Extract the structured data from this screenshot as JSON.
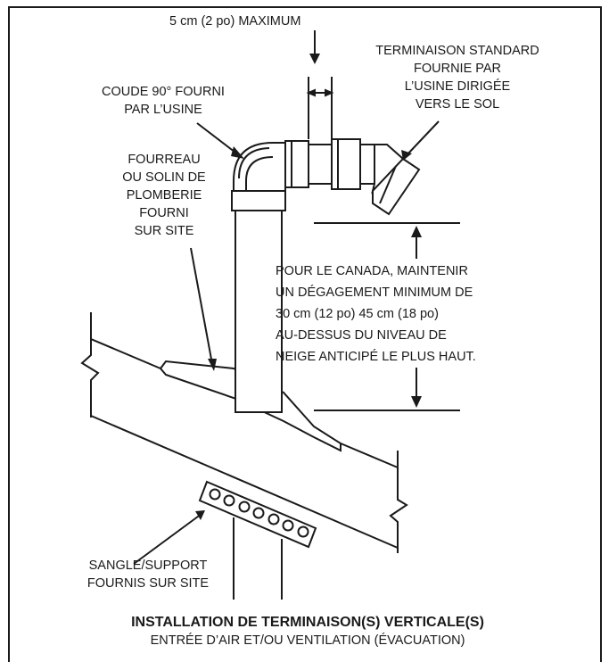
{
  "labels": {
    "gap_max": "5 cm (2 po) MAXIMUM",
    "standard_termination": [
      "TERMINAISON STANDARD",
      "FOURNIE PAR",
      "L’USINE DIRIGÉE",
      "VERS LE SOL"
    ],
    "elbow": [
      "COUDE 90° FOURNI",
      "PAR L’USINE"
    ],
    "sleeve": [
      "FOURREAU",
      "OU SOLIN DE",
      "PLOMBERIE",
      "FOURNI",
      "SUR SITE"
    ],
    "clearance_note": [
      "POUR LE CANADA, MAINTENIR",
      "UN DÉGAGEMENT MINIMUM DE",
      "30 cm (12 po) 45 cm (18 po)",
      "AU-DESSUS DU NIVEAU DE",
      "NEIGE ANTICIPÉ LE PLUS HAUT."
    ],
    "strap": [
      "SANGLE/SUPPORT",
      "FOURNIS SUR SITE"
    ]
  },
  "caption": {
    "title": "INSTALLATION DE TERMINAISON(S) VERTICALE(S)",
    "subtitle": "ENTRÉE D’AIR ET/OU VENTILATION (ÉVACUATION)"
  }
}
